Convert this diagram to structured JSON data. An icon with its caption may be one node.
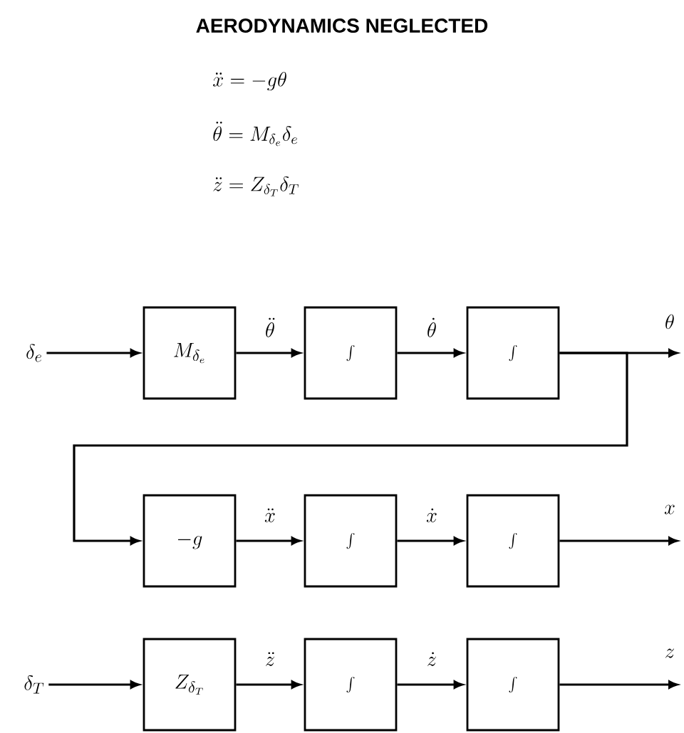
{
  "diagram": {
    "title": "AERODYNAMICS NEGLECTED",
    "nodes": [
      {
        "text": [
          "\\delta_e"
        ]
      },
      {
        "text": [
          "M_{\\delta_e}"
        ]
      },
      {
        "text": [
          "\\int"
        ]
      },
      {
        "text": [
          "\\int"
        ]
      },
      {
        "text": [
          "-g"
        ]
      },
      {
        "text": [
          "\\int"
        ]
      },
      {
        "text": [
          "\\int"
        ]
      },
      {
        "text": [
          "\\delta_T"
        ]
      },
      {
        "text": [
          "Z_{\\delta_T}"
        ]
      },
      {
        "text": [
          "\\int"
        ]
      },
      {
        "text": [
          "\\int"
        ]
      }
    ],
    "edges": [
      {
        "from": 0,
        "to": 1,
        "arrow": "to"
      },
      {
        "from": 1,
        "to": 2,
        "arrow": "to",
        "label": "\\ddot{\\theta}"
      },
      {
        "from": 2,
        "to": 3,
        "arrow": "to",
        "label": "\\dot{\\theta}"
      },
      {
        "from": 3,
        "to": null,
        "arrow": "to",
        "label": "\\theta"
      },
      {
        "from": 3,
        "to": 4,
        "arrow": "to"
      },
      {
        "from": 4,
        "to": 5,
        "arrow": "to",
        "label": "\\ddot{x}"
      },
      {
        "from": 5,
        "to": 6,
        "arrow": "to",
        "label": "\\dot{x}"
      },
      {
        "from": 6,
        "to": null,
        "arrow": "to",
        "label": "x"
      },
      {
        "from": 7,
        "to": 8,
        "arrow": "to"
      },
      {
        "from": 8,
        "to": 9,
        "arrow": "to",
        "label": "\\ddot{z}"
      },
      {
        "from": 9,
        "to": 10,
        "arrow": "to",
        "label": "\\dot{z}"
      },
      {
        "from": 10,
        "to": null,
        "arrow": "to",
        "label": "z"
      }
    ],
    "labels": [
      "\\ddot{x} = -g\\theta",
      "\\ddot{\\theta} = M_{\\delta_e}\\delta_e",
      "\\ddot{z} = Z_{\\delta_T}\\delta_T"
    ]
  }
}
